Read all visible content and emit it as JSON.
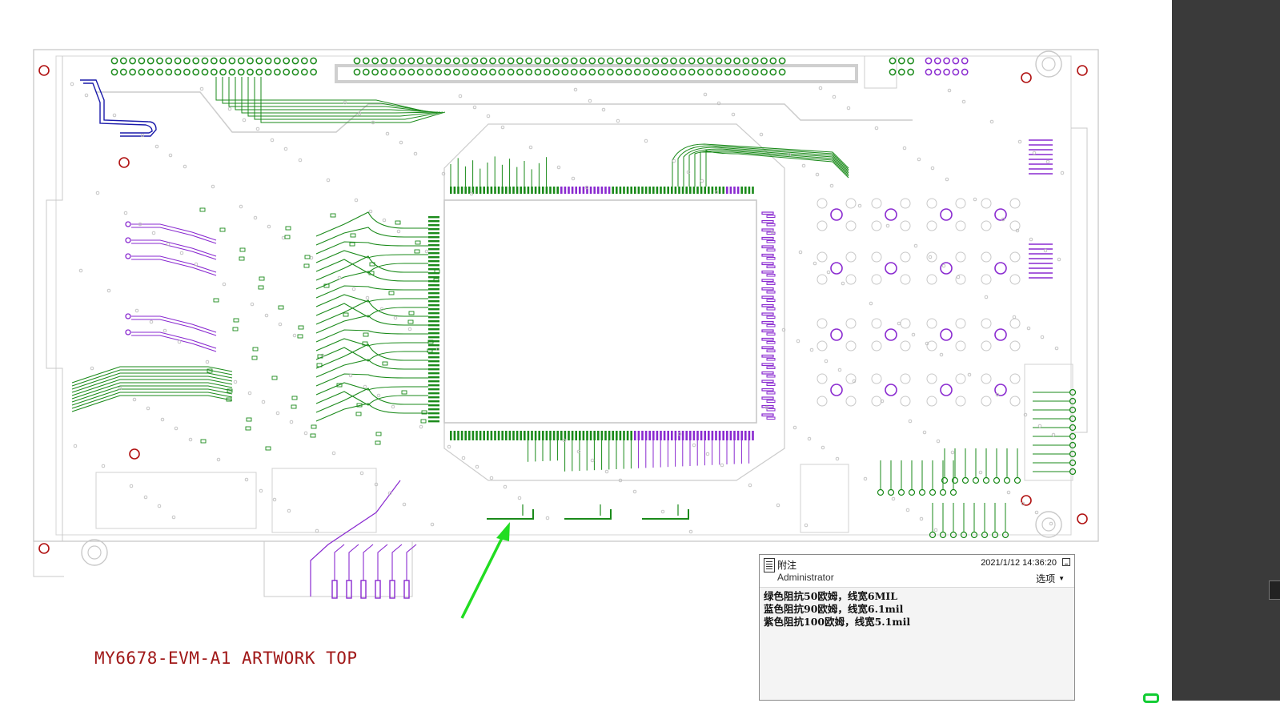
{
  "board": {
    "title": "MY6678-EVM-A1 ARTWORK TOP"
  },
  "note": {
    "label": "附注",
    "author": "Administrator",
    "timestamp": "2021/1/12 14:36:20",
    "options_label": "选项",
    "lines": [
      "绿色阻抗50欧姆，线宽6MIL",
      "蓝色阻抗90欧姆，线宽6.1mil",
      "紫色阻抗100欧姆，线宽5.1mil"
    ]
  },
  "colors": {
    "green_trace": "#1a8a1a",
    "blue_trace": "#1a1aaa",
    "purple_trace": "#8a2ad0",
    "outline": "#c8c8c8",
    "hole_red": "#b01010",
    "arrow": "#22dd22",
    "panel_dark": "#3a3a3a"
  },
  "icons": {
    "note": "note-icon",
    "minimize": "minimize-icon",
    "arrow": "arrow-icon"
  }
}
